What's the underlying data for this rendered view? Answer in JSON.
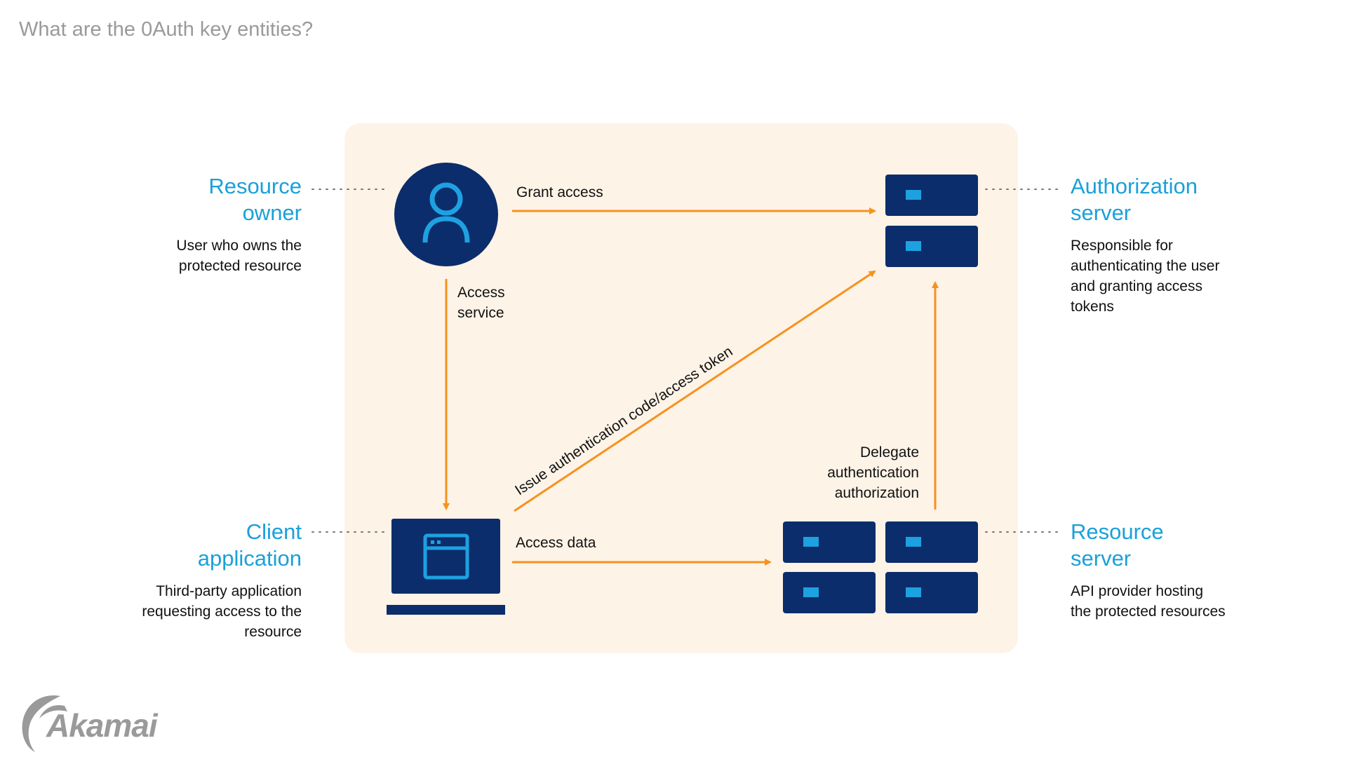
{
  "page": {
    "title": "What are the 0Auth key entities?"
  },
  "entities": {
    "resource_owner": {
      "title_line1": "Resource",
      "title_line2": "owner",
      "desc_line1": "User who owns the",
      "desc_line2": "protected resource",
      "icon": "user-icon"
    },
    "authorization_server": {
      "title_line1": "Authorization",
      "title_line2": "server",
      "desc_line1": "Responsible for",
      "desc_line2": "authenticating the user",
      "desc_line3": "and granting access",
      "desc_line4": "tokens",
      "icon": "server-icon"
    },
    "client_application": {
      "title_line1": "Client",
      "title_line2": "application",
      "desc_line1": "Third-party application",
      "desc_line2": "requesting access to the",
      "desc_line3": "resource",
      "icon": "laptop-icon"
    },
    "resource_server": {
      "title_line1": "Resource",
      "title_line2": "server",
      "desc_line1": "API provider hosting",
      "desc_line2": "the protected resources",
      "icon": "server-cluster-icon"
    }
  },
  "flows": {
    "grant_access": "Grant access",
    "access_service_line1": "Access",
    "access_service_line2": "service",
    "issue_token": "Issue authentication code/access token",
    "access_data": "Access data",
    "delegate_line1": "Delegate",
    "delegate_line2": "authentication",
    "delegate_line3": "authorization"
  },
  "colors": {
    "accent_blue": "#1aa0da",
    "navy": "#0c2d6b",
    "icon_light_blue": "#1ea1e1",
    "arrow_orange": "#f6921e",
    "panel_bg": "#fdf3e7",
    "title_gray": "#9a9a9a"
  },
  "logo": {
    "text": "Akamai"
  }
}
